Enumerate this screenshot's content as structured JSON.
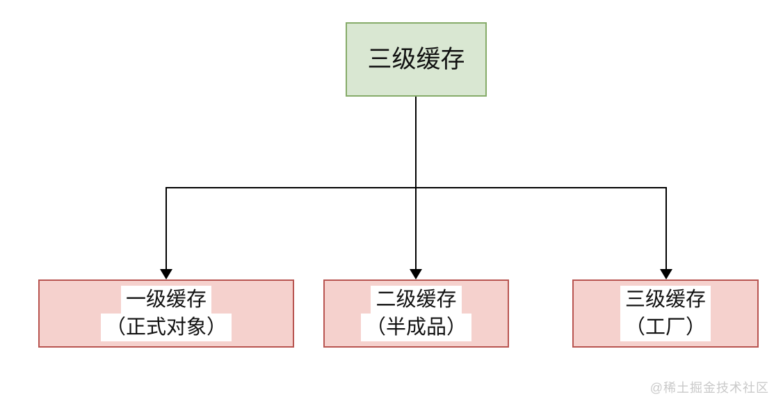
{
  "diagram": {
    "type": "tree",
    "root": {
      "id": "root",
      "label": "三级缓存"
    },
    "children": [
      {
        "id": "child-1",
        "label": "一级缓存",
        "sublabel": "（正式对象）"
      },
      {
        "id": "child-2",
        "label": "二级缓存",
        "sublabel": "（半成品）"
      },
      {
        "id": "child-3",
        "label": "三级缓存",
        "sublabel": "（工厂）"
      }
    ],
    "edges": [
      {
        "from": "root",
        "to": "child-1",
        "arrow": "down"
      },
      {
        "from": "root",
        "to": "child-2",
        "arrow": "down"
      },
      {
        "from": "root",
        "to": "child-3",
        "arrow": "down"
      }
    ],
    "colors": {
      "root_fill": "#d9e7d2",
      "root_border": "#85ab68",
      "child_fill": "#f5d1cd",
      "child_border": "#b85450",
      "edge": "#000000",
      "label_background": "#ffffff",
      "text": "#111111"
    }
  },
  "watermark": {
    "text": "@稀土掘金技术社区",
    "color": "#c9c9c9"
  }
}
